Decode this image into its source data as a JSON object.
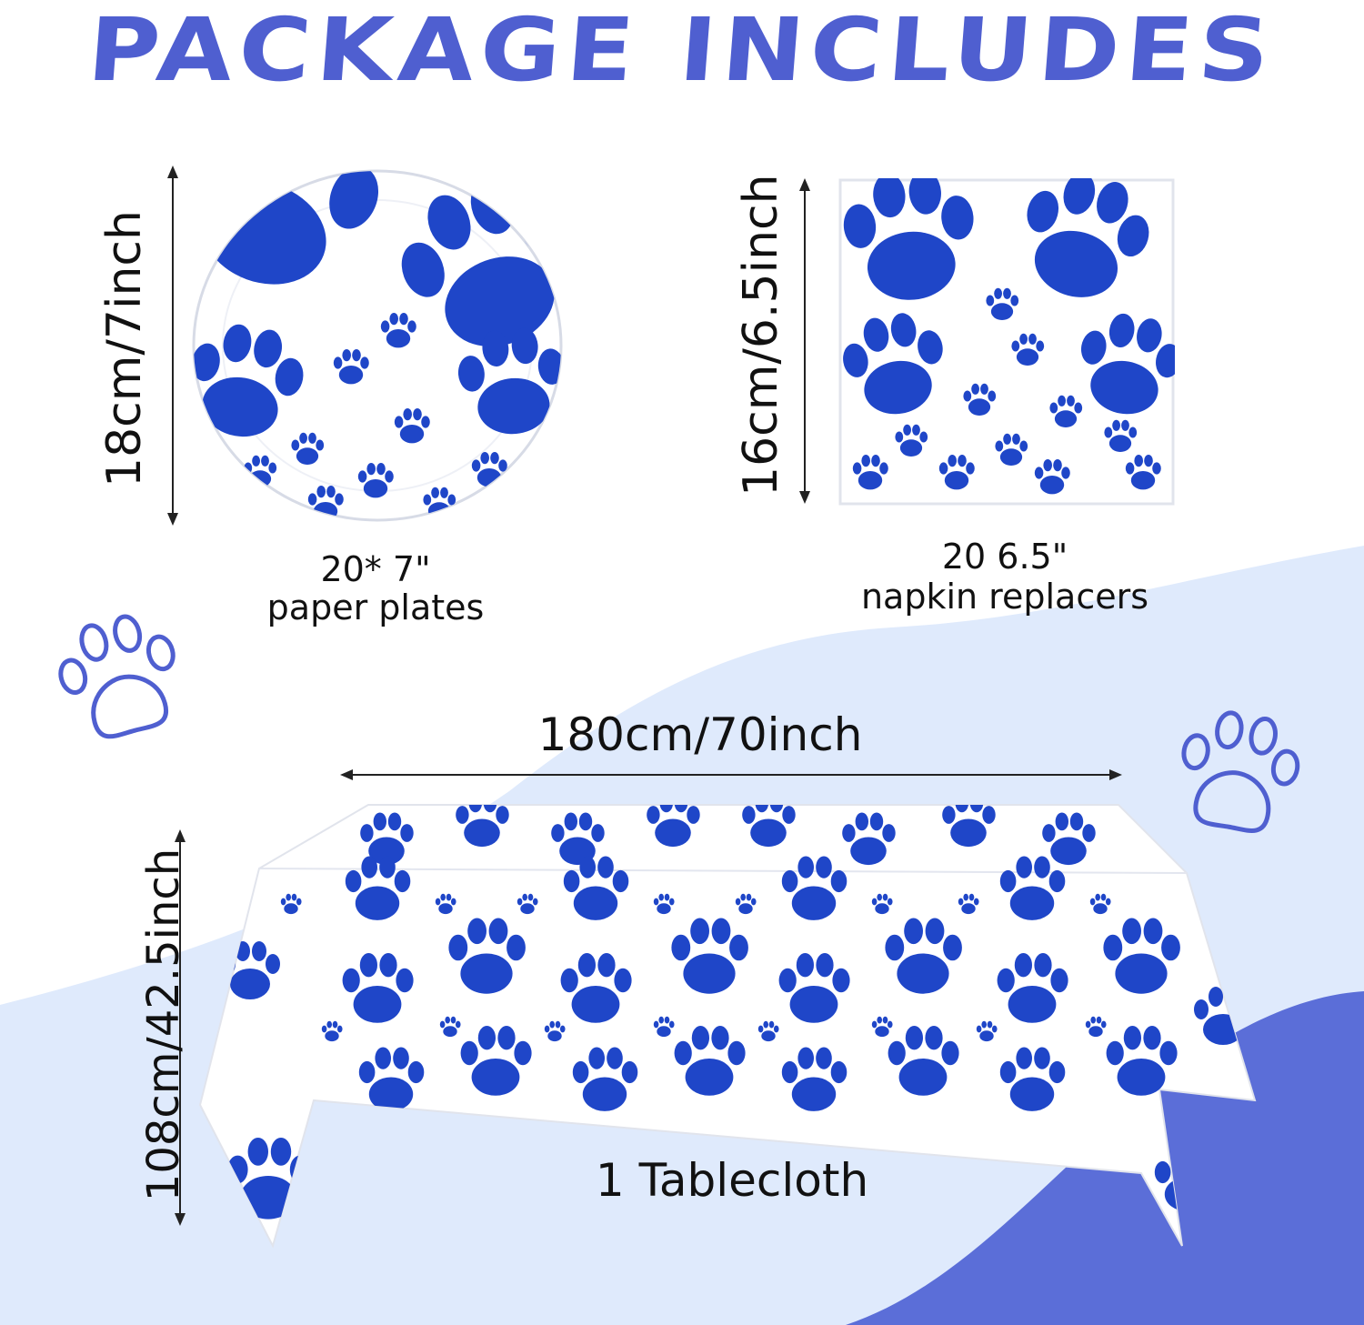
{
  "header": {
    "title": "PACKAGE INCLUDES"
  },
  "colors": {
    "accent": "#4f5fd0",
    "paw_blue": "#1f46c8",
    "light_bg": "#dfeafc",
    "mid_bg": "#5b6ed8"
  },
  "plates": {
    "height_label": "18cm/7inch",
    "count_label": "20* 7\"",
    "name_label": "paper plates"
  },
  "napkins": {
    "height_label": "16cm/6.5inch",
    "count_label": "20 6.5\"",
    "name_label": "napkin replacers"
  },
  "tablecloth": {
    "width_label": "180cm/70inch",
    "height_label": "108cm/42.5inch",
    "name_label": "1 Tablecloth"
  },
  "decor": {
    "outline_paw_icon": "paw-outline-icon",
    "paw_icon": "paw-icon"
  }
}
